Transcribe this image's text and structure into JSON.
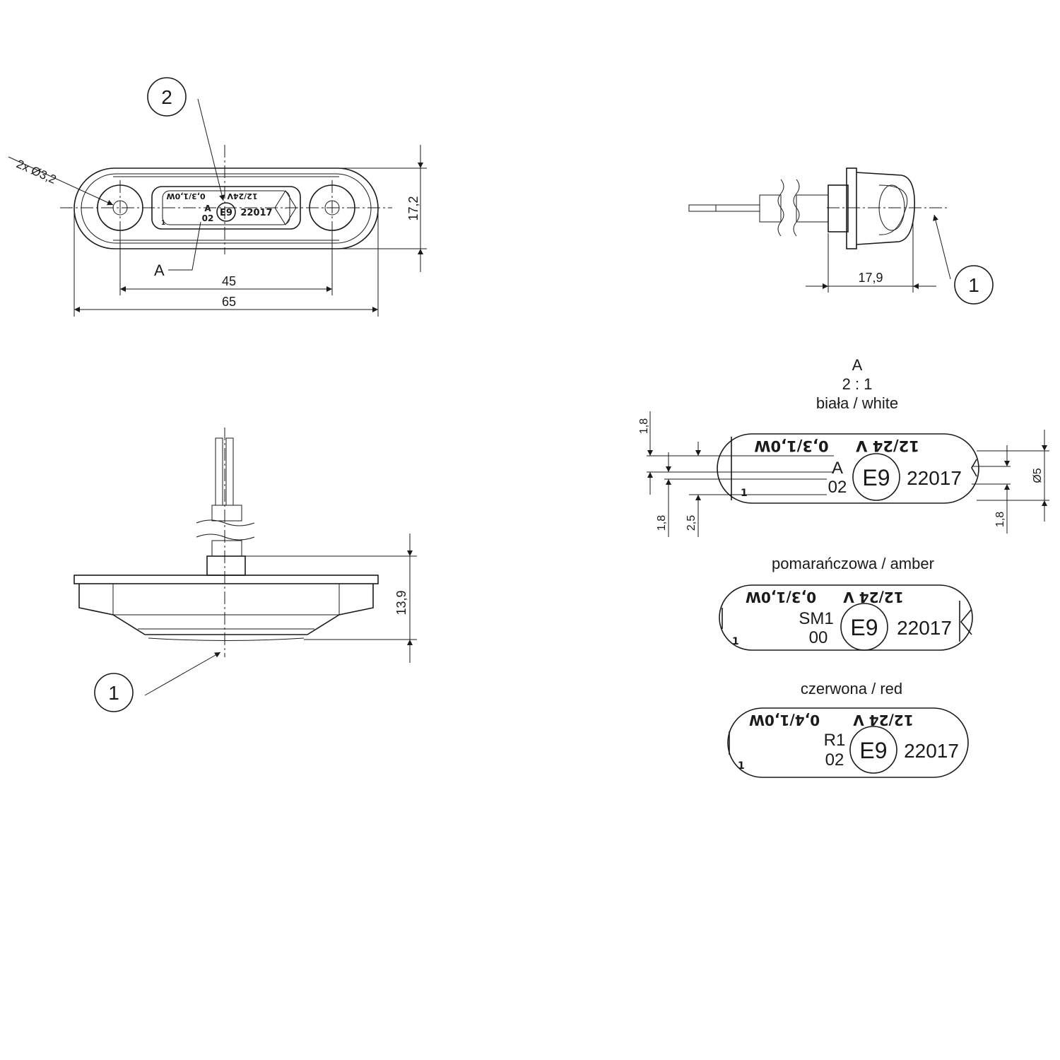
{
  "top_view": {
    "hole_label": "2x Ø3,2",
    "callout_2": "2",
    "detail_ref": "A",
    "dims": {
      "height": "17,2",
      "hole_pitch": "45",
      "overall_length": "65"
    },
    "label": {
      "rating": "0,3/1,0W",
      "voltage": "12/24V",
      "category": "A",
      "version": "02",
      "mark": "E9",
      "approval": "22017",
      "one": "1"
    }
  },
  "side_view": {
    "callout_1": "1",
    "depth": "17,9"
  },
  "front_view": {
    "callout_1": "1",
    "height": "13,9"
  },
  "detail_white": {
    "title": "A",
    "scale": "2 : 1",
    "color_name": "biała / white",
    "rating": "0,3/1,0W",
    "voltage": "12/24 V",
    "category": "A",
    "version": "02",
    "mark": "E9",
    "approval": "22017",
    "one": "1",
    "dims": {
      "d1": "1,8",
      "d2": "1,8",
      "d3": "2,5",
      "diameter": "Ø5",
      "d4": "1,8"
    }
  },
  "detail_amber": {
    "color_name": "pomarańczowa / amber",
    "rating": "0,3/1,0W",
    "voltage": "12/24 V",
    "category": "SM1",
    "version": "00",
    "mark": "E9",
    "approval": "22017",
    "one": "1"
  },
  "detail_red": {
    "color_name": "czerwona / red",
    "rating": "0,4/1,0W",
    "voltage": "12/24 V",
    "category": "R1",
    "version": "02",
    "mark": "E9",
    "approval": "22017",
    "one": "1"
  }
}
